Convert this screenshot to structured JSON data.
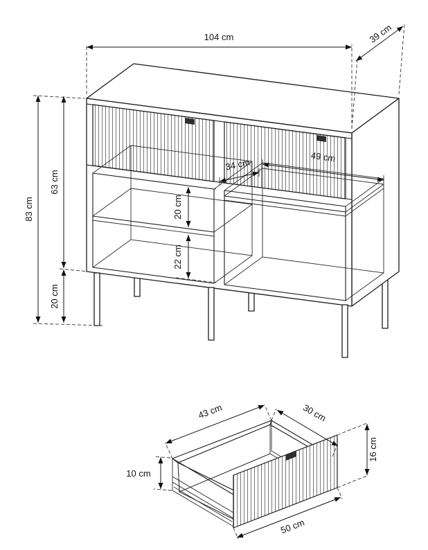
{
  "cabinet": {
    "width_label": "104 cm",
    "depth_label": "39 cm",
    "total_height_label": "83 cm",
    "body_height_label": "63 cm",
    "leg_height_label": "20 cm",
    "upper_opening_label": "20 cm",
    "lower_opening_label": "22 cm",
    "interior_depth_label": "34 cm",
    "shelf_width_label": "49 cm"
  },
  "drawer": {
    "inner_depth_label": "43 cm",
    "inner_width_label": "30 cm",
    "front_height_label": "16 cm",
    "side_height_label": "10 cm",
    "front_width_label": "50 cm"
  }
}
